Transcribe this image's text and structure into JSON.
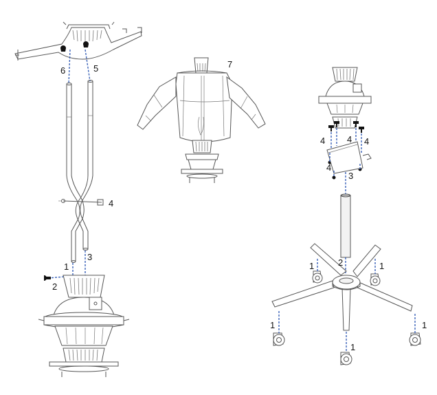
{
  "callouts": {
    "left": {
      "c6": "6",
      "c5": "5",
      "c4": "4",
      "c1": "1",
      "c3": "3",
      "c2": "2"
    },
    "middle": {
      "c7": "7"
    },
    "right": {
      "c4a": "4",
      "c4b": "4",
      "c4c": "4",
      "c4d": "4",
      "c3": "3",
      "c2": "2",
      "c1a": "1",
      "c1b": "1",
      "c1c": "1",
      "c1d": "1",
      "c1e": "1"
    }
  },
  "colors": {
    "line": "#555555",
    "guide": "#3a62b8",
    "screw": "#111111"
  }
}
